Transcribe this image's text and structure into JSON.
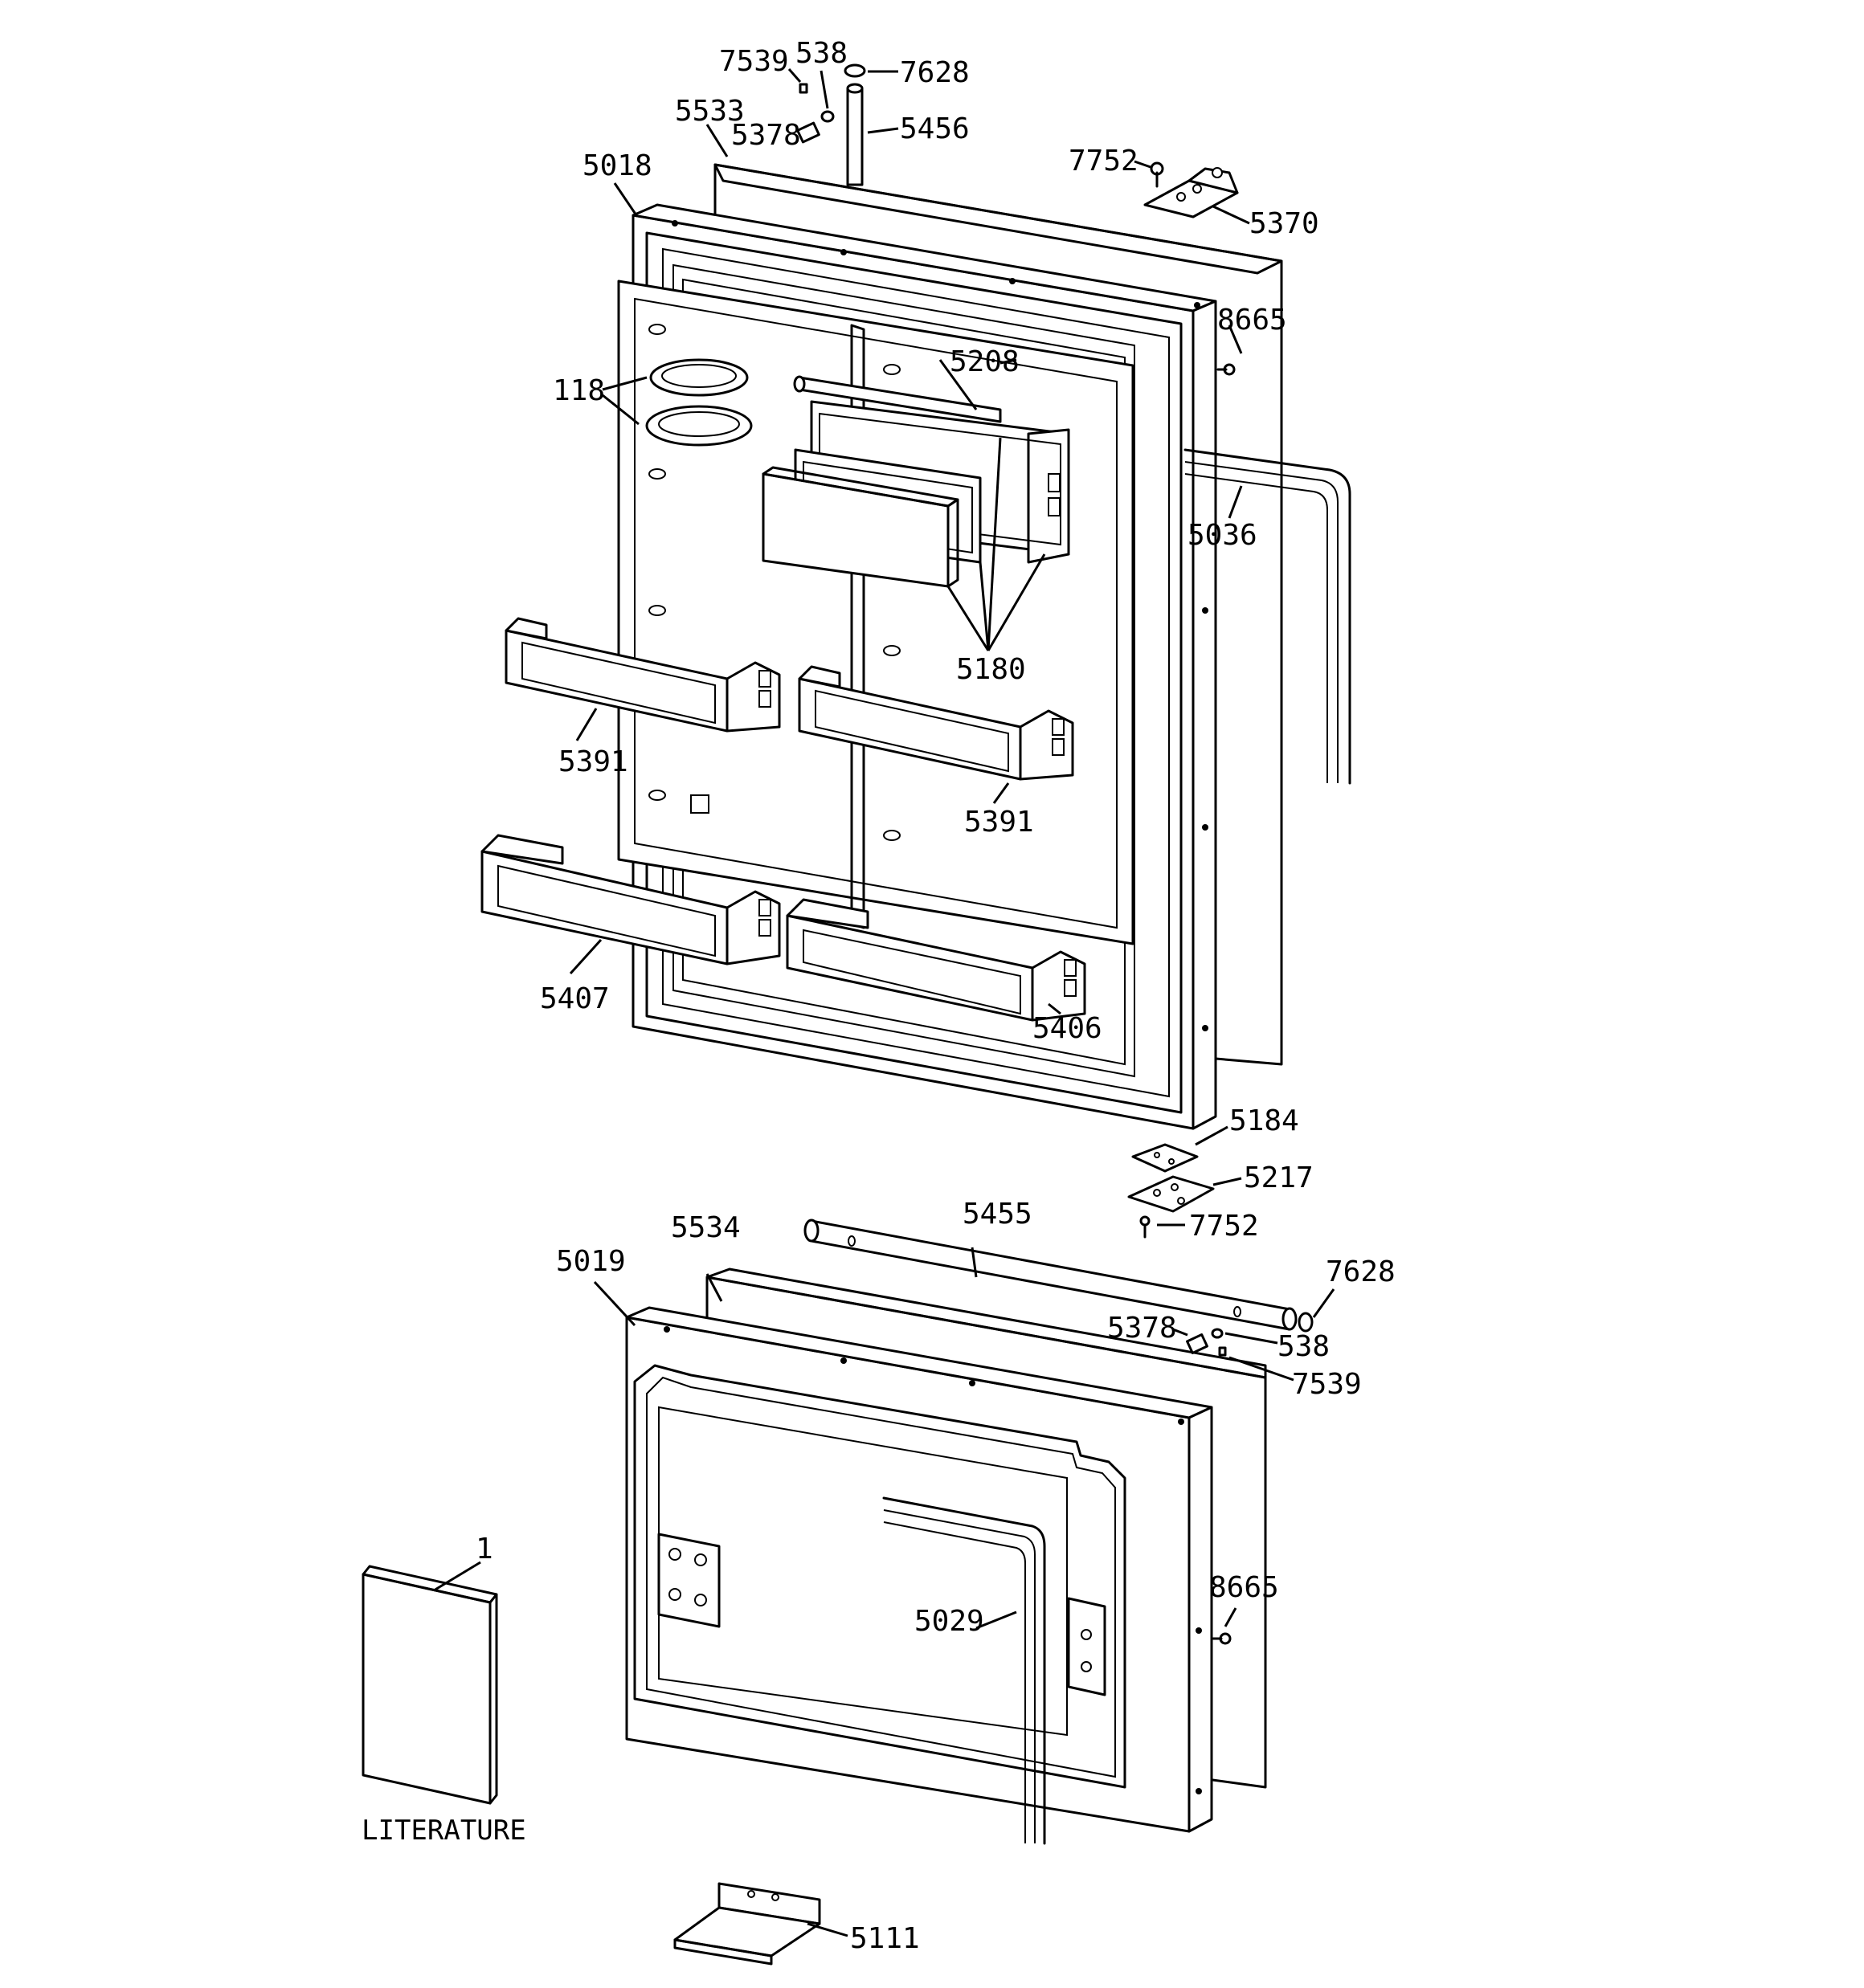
{
  "callouts": [
    "7539",
    "538",
    "7628",
    "5533",
    "5378",
    "5456",
    "5018",
    "7752",
    "5370",
    "8665",
    "118",
    "5208",
    "5036",
    "5180",
    "5391",
    "5391",
    "5407",
    "5406",
    "5184",
    "5217",
    "7752",
    "5455",
    "5534",
    "5019",
    "7628",
    "5378",
    "538",
    "7539",
    "1",
    "5029",
    "8665",
    "5111"
  ],
  "literature_label": "LITERATURE"
}
